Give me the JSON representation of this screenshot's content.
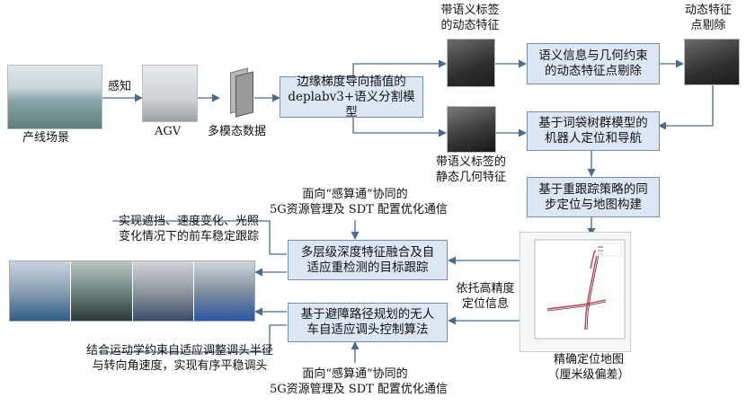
{
  "title": "AGV perception, localization and scheduling framework",
  "nodes": {
    "scene_label": "产线场景",
    "perception": "感知",
    "agv_label": "AGV",
    "multimodal": "多模态数据",
    "segmentation_l1": "边缘梯度导向插值的",
    "segmentation_l2": "deplabv3+语义分割模型",
    "dynamic_feat_l1": "带语义标签",
    "dynamic_feat_l2": "的动态特征",
    "removal_l1": "语义信息与几何约束",
    "removal_l2": "的动态特征点剔除",
    "removed_l1": "动态特征",
    "removed_l2": "点剔除",
    "static_feat_l1": "带语义标签的",
    "static_feat_l2": "静态几何特征",
    "bow_l1": "基于词袋树群模型的",
    "bow_l2": "机器人定位和导航",
    "slam_l1": "基于重跟踪策略的同",
    "slam_l2": "步定位与地图构建",
    "map_l1": "精确定位地图",
    "map_l2": "（厘米级偏差）",
    "tracking_l1": "多层级深度特征融合及自",
    "tracking_l2": "适应重检测的目标跟踪",
    "tracking_note_l1": "实现遮挡、速度变化、光照",
    "tracking_note_l2": "变化情况下的前车稳定跟踪",
    "comm_top_l1": "面向“感算通”协同的",
    "comm_top_l2": "5G资源管理及 SDT 配置优化通信",
    "precision_l1": "依托高精度",
    "precision_l2": "定位信息",
    "control_l1": "基于避障路径规划的无人",
    "control_l2": "车自适应调头控制算法",
    "control_note_l1": "结合运动学约束自适应调整调头半径",
    "control_note_l2": "与转向角速度，实现有序平稳调头",
    "comm_bottom_l1": "面向“感算通”协同的",
    "comm_bottom_l2": "5G资源管理及 SDT 配置优化通信"
  },
  "colors": {
    "box_fill": "#dde7f3",
    "box_border": "#6f8fb6",
    "arrow": "#4a6a8f"
  }
}
